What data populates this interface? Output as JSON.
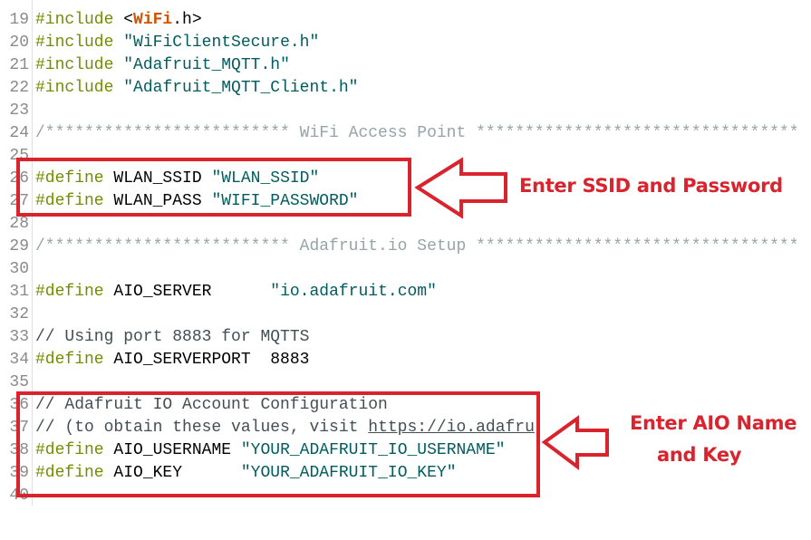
{
  "editor": {
    "lines": [
      {
        "num": "19",
        "parts": [
          {
            "t": "#include",
            "c": "kw"
          },
          {
            "t": " <",
            "c": "id"
          },
          {
            "t": "WiFi",
            "c": "lib"
          },
          {
            "t": ".h>",
            "c": "id"
          }
        ]
      },
      {
        "num": "20",
        "parts": [
          {
            "t": "#include",
            "c": "kw"
          },
          {
            "t": " ",
            "c": "id"
          },
          {
            "t": "\"WiFiClientSecure.h\"",
            "c": "str"
          }
        ]
      },
      {
        "num": "21",
        "parts": [
          {
            "t": "#include",
            "c": "kw"
          },
          {
            "t": " ",
            "c": "id"
          },
          {
            "t": "\"Adafruit_MQTT.h\"",
            "c": "str"
          }
        ]
      },
      {
        "num": "22",
        "parts": [
          {
            "t": "#include",
            "c": "kw"
          },
          {
            "t": " ",
            "c": "id"
          },
          {
            "t": "\"Adafruit_MQTT_Client.h\"",
            "c": "str"
          }
        ]
      },
      {
        "num": "23",
        "parts": []
      },
      {
        "num": "24",
        "parts": [
          {
            "t": "/************************* WiFi Access Point *********************************",
            "c": "cm"
          }
        ]
      },
      {
        "num": "25",
        "parts": []
      },
      {
        "num": "26",
        "parts": [
          {
            "t": "#define",
            "c": "kw"
          },
          {
            "t": " WLAN_SSID ",
            "c": "id"
          },
          {
            "t": "\"WLAN_SSID\"",
            "c": "str"
          }
        ]
      },
      {
        "num": "27",
        "parts": [
          {
            "t": "#define",
            "c": "kw"
          },
          {
            "t": " WLAN_PASS ",
            "c": "id"
          },
          {
            "t": "\"WIFI_PASSWORD\"",
            "c": "str"
          }
        ]
      },
      {
        "num": "28",
        "parts": []
      },
      {
        "num": "29",
        "parts": [
          {
            "t": "/************************* Adafruit.io Setup *********************************",
            "c": "cm"
          }
        ]
      },
      {
        "num": "30",
        "parts": []
      },
      {
        "num": "31",
        "parts": [
          {
            "t": "#define",
            "c": "kw"
          },
          {
            "t": " AIO_SERVER      ",
            "c": "id"
          },
          {
            "t": "\"io.adafruit.com\"",
            "c": "str"
          }
        ]
      },
      {
        "num": "32",
        "parts": []
      },
      {
        "num": "33",
        "parts": [
          {
            "t": "// Using port 8883 for MQTTS",
            "c": "cmdark"
          }
        ]
      },
      {
        "num": "34",
        "parts": [
          {
            "t": "#define",
            "c": "kw"
          },
          {
            "t": " AIO_SERVERPORT  8883",
            "c": "id"
          }
        ]
      },
      {
        "num": "35",
        "parts": []
      },
      {
        "num": "36",
        "parts": [
          {
            "t": "// Adafruit IO Account Configuration",
            "c": "cmdark"
          }
        ]
      },
      {
        "num": "37",
        "parts": [
          {
            "t": "// (to obtain these values, visit ",
            "c": "cmdark"
          },
          {
            "t": "https://io.adafru",
            "c": "link"
          }
        ]
      },
      {
        "num": "38",
        "parts": [
          {
            "t": "#define",
            "c": "kw"
          },
          {
            "t": " AIO_USERNAME ",
            "c": "id"
          },
          {
            "t": "\"YOUR_ADAFRUIT_IO_USERNAME\"",
            "c": "str"
          }
        ]
      },
      {
        "num": "39",
        "parts": [
          {
            "t": "#define",
            "c": "kw"
          },
          {
            "t": " AIO_KEY      ",
            "c": "id"
          },
          {
            "t": "\"YOUR_ADAFRUIT_IO_KEY\"",
            "c": "str"
          }
        ]
      },
      {
        "num": "40",
        "parts": []
      }
    ]
  },
  "annotations": {
    "wifi_note": "Enter SSID and Password",
    "aio_note_line1": "Enter AIO Name",
    "aio_note_line2": "and Key",
    "color": "#d9232d"
  }
}
